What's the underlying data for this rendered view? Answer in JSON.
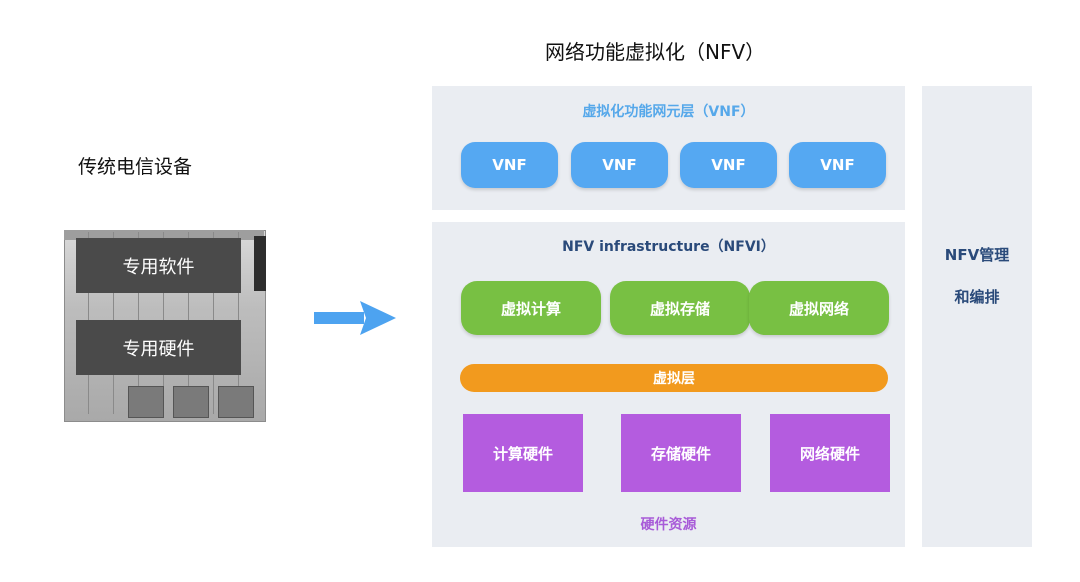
{
  "title": "网络功能虚拟化（NFV）",
  "legacy": {
    "title": "传统电信设备",
    "software": "专用软件",
    "hardware": "专用硬件"
  },
  "vnf_layer": {
    "title": "虚拟化功能网元层（VNF）",
    "items": [
      "VNF",
      "VNF",
      "VNF",
      "VNF"
    ]
  },
  "nfvi": {
    "title": "NFV infrastructure（NFVI）",
    "virtual_resources": [
      "虚拟计算",
      "虚拟存储",
      "虚拟网络"
    ],
    "virtualization_layer": "虚拟层",
    "hardware": [
      "计算硬件",
      "存储硬件",
      "网络硬件"
    ],
    "hardware_resources": "硬件资源"
  },
  "mano": {
    "line1": "NFV管理",
    "line2": "和编排"
  },
  "colors": {
    "vnf_blue": "#55a8f2",
    "virtual_green": "#78c043",
    "virt_layer_orange": "#f29a1e",
    "hardware_purple": "#b45cdf",
    "panel_bg": "#eaedf2",
    "arrow_blue": "#4da3f0"
  }
}
